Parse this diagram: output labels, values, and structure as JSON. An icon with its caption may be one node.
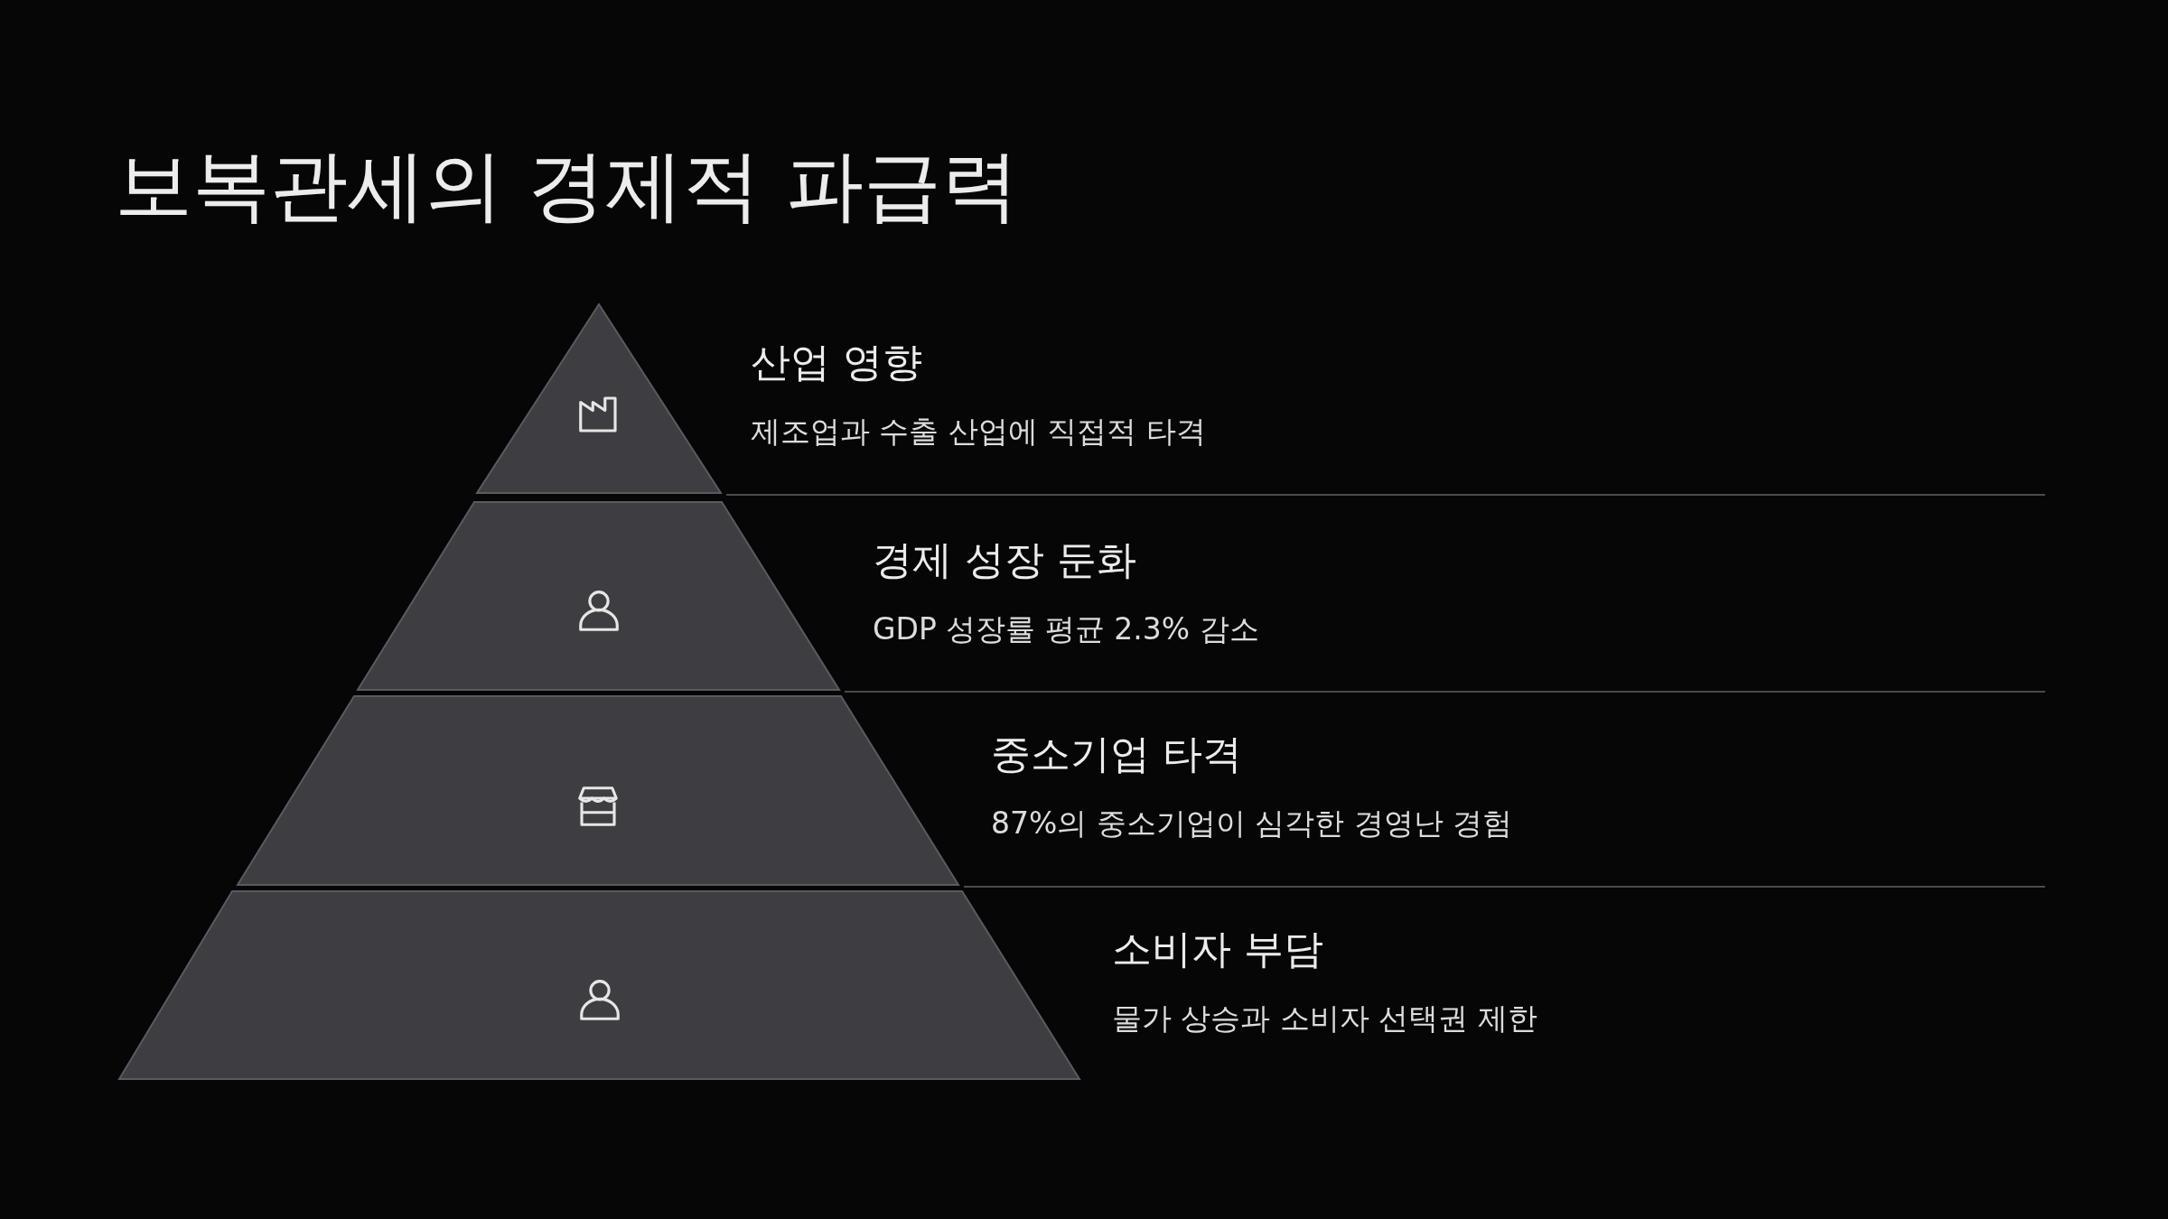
{
  "diagram": {
    "title": "보복관세의 경제적 파급력",
    "nodes": [
      {
        "text": [],
        "shape": "triangle",
        "beside": [
          "산업 영향",
          "제조업과 수출 산업에 직접적 타격"
        ]
      },
      {
        "text": [],
        "shape": "trapezoid",
        "beside": [
          "경제 성장 둔화",
          "GDP 성장률 평균 2.3% 감소"
        ]
      },
      {
        "text": [],
        "shape": "trapezoid",
        "beside": [
          "중소기업 타격",
          "87%의 중소기업이 심각한 경영난 경험"
        ]
      },
      {
        "text": [],
        "shape": "trapezoid",
        "beside": [
          "소비자 부담",
          "물가 상승과 소비자 선택권 제한"
        ]
      }
    ],
    "edges": []
  }
}
